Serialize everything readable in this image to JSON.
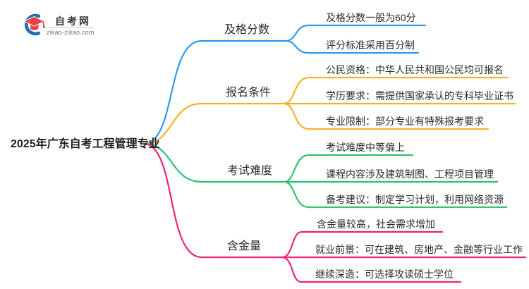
{
  "brand": {
    "name": "自考网",
    "domain": "zikao-zikao.com",
    "swoosh_color": "#1a6fb5",
    "cap_color": "#e8433e"
  },
  "root": {
    "label": "2025年广东自考工程管理专业"
  },
  "branches": [
    {
      "label": "及格分数",
      "color": "#2b9bf4",
      "children": [
        "及格分数一般为60分",
        "评分标准采用百分制"
      ]
    },
    {
      "label": "报名条件",
      "color": "#f7b127",
      "children": [
        "公民资格：中华人民共和国公民均可报名",
        "学历要求：需提供国家承认的专科毕业证书",
        "专业限制：部分专业有特殊报考要求"
      ]
    },
    {
      "label": "考试难度",
      "color": "#2fc46e",
      "children": [
        "考试难度中等偏上",
        "课程内容涉及建筑制图、工程项目管理",
        "备考建议：制定学习计划，利用网络资源"
      ]
    },
    {
      "label": "含金量",
      "color": "#f0227d",
      "children": [
        "含金量较高，社会需求增加",
        "就业前景：可在建筑、房地产、金融等行业工作",
        "继续深造：可选择攻读硕士学位"
      ]
    }
  ]
}
